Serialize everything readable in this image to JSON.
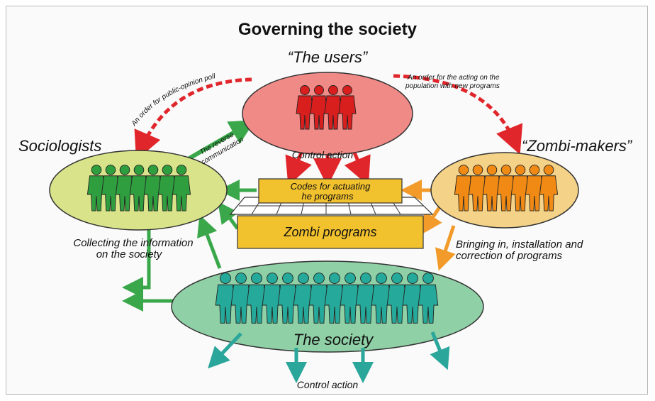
{
  "title": "Governing the society",
  "groups": {
    "users": {
      "label": "“The users”",
      "fill": "#f08a86",
      "people_color": "#d91e1e",
      "count": 4
    },
    "sociologists": {
      "label": "Sociologists",
      "fill": "#d9e48a",
      "people_color": "#2e9e3e",
      "count": 7
    },
    "zombi_makers": {
      "label": "“Zombi-makers”",
      "fill": "#f4d287",
      "people_color": "#f08a14",
      "count": 7
    },
    "society": {
      "label": "The society",
      "fill": "#8fd0a6",
      "people_color": "#25a99a",
      "count": 14
    }
  },
  "boxes": {
    "codes": "Codes for actuating he programs",
    "codes_line1": "Codes for actuating",
    "codes_line2": "he programs",
    "zombi_programs": "Zombi programs",
    "box_fill": "#f2c12e"
  },
  "labels": {
    "order_poll": "An order for public-opinion poll",
    "order_acting_line1": "An order for the acting on the",
    "order_acting_line2": "population with new programs",
    "reverse_line1": "The reverse",
    "reverse_line2": "communication",
    "control_action_top": "Control action",
    "collecting_line1": "Collecting the information",
    "collecting_line2": "on the society",
    "bringing_line1": "Bringing in, installation and",
    "bringing_line2": "correction of programs",
    "control_action_bottom": "Control action"
  },
  "colors": {
    "red_arrow": "#e0262b",
    "green_arrow": "#3aa84a",
    "orange_arrow": "#f29a2a",
    "teal_arrow": "#2aa69b"
  }
}
